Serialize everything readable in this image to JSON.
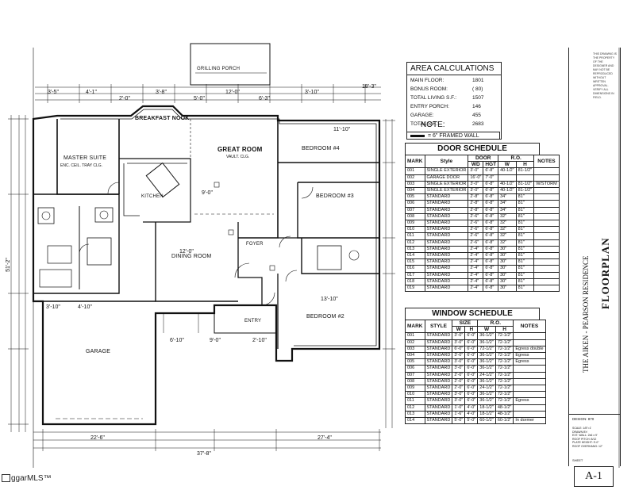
{
  "rooms": {
    "porch": "GRILLING PORCH",
    "nook": "BREAKFAST NOOK",
    "master": "MASTER SUITE",
    "master_sub": "ENC. CEIL. TRAY CLG.",
    "great": "GREAT ROOM",
    "great_sub": "VAULT. CLG.",
    "bed4": "BEDROOM #4",
    "bed3": "BEDROOM #3",
    "kitchen": "KITCHEN",
    "dining": "DINING ROOM",
    "foyer": "FOYER",
    "entry": "ENTRY",
    "bed2": "BEDROOM #2",
    "garage": "GARAGE"
  },
  "dims": [
    "3'-5\"",
    "4'-1\"",
    "2'-0\"",
    "3'-8\"",
    "5'-0\"",
    "12'-0\"",
    "6'-3\"",
    "3'-10\"",
    "11'-10\"",
    "9'-0\"",
    "3'-10\"",
    "4'-10\"",
    "12'-0\"",
    "9'-0\"",
    "6'-10\"",
    "2'-10\"",
    "13'-10\"",
    "22'-6\"",
    "37'-8\"",
    "27'-4\"",
    "18'-3\"",
    "51'-2\""
  ],
  "area": {
    "title": "AREA CALCULATIONS",
    "rows": [
      {
        "label": "MAIN FLOOR:",
        "value": "1801"
      },
      {
        "label": "BONUS ROOM:",
        "value": "( 80)"
      },
      {
        "label": "TOTAL LIVING S.F.:",
        "value": "1507"
      },
      {
        "label": "ENTRY PORCH:",
        "value": "146"
      },
      {
        "label": "GARAGE:",
        "value": "455"
      },
      {
        "label": "TOTAL S.F.:",
        "value": "2683"
      }
    ]
  },
  "note": {
    "title": "NOTE:",
    "text": "= 6\" FRAMED WALL"
  },
  "door_schedule": {
    "title": "DOOR SCHEDULE",
    "headers": {
      "mark": "MARK",
      "style": "Style",
      "door": "DOOR",
      "ro": "R.O.",
      "notes": "NOTES",
      "wd": "WD",
      "hgt": "HGT",
      "w": "W",
      "h": "H"
    },
    "rows": [
      [
        "001",
        "SINGLE EXTERIOR",
        "3'-0\"",
        "6'-8\"",
        "40-1/2\"",
        "81-1/2\"",
        ""
      ],
      [
        "002",
        "GARAGE DOOR",
        "16'-0\"",
        "7'-0\"",
        "",
        "",
        ""
      ],
      [
        "003",
        "SINGLE EXTERIOR",
        "3'-0\"",
        "6'-8\"",
        "40-1/2\"",
        "81-1/2\"",
        "W/STORM"
      ],
      [
        "004",
        "SINGLE EXTERIOR",
        "3'-0\"",
        "6'-8\"",
        "40-1/2\"",
        "81-1/2\"",
        ""
      ],
      [
        "005",
        "STANDARD",
        "2'-8\"",
        "6'-8\"",
        "34\"",
        "81\"",
        ""
      ],
      [
        "006",
        "STANDARD",
        "2'-8\"",
        "6'-8\"",
        "34\"",
        "81\"",
        ""
      ],
      [
        "007",
        "STANDARD",
        "2'-8\"",
        "6'-8\"",
        "34\"",
        "81\"",
        ""
      ],
      [
        "008",
        "STANDARD",
        "2'-6\"",
        "6'-8\"",
        "32\"",
        "81\"",
        ""
      ],
      [
        "009",
        "STANDARD",
        "2'-6\"",
        "6'-8\"",
        "32\"",
        "81\"",
        ""
      ],
      [
        "010",
        "STANDARD",
        "2'-6\"",
        "6'-8\"",
        "32\"",
        "81\"",
        ""
      ],
      [
        "011",
        "STANDARD",
        "2'-6\"",
        "6'-8\"",
        "32\"",
        "81\"",
        ""
      ],
      [
        "012",
        "STANDARD",
        "2'-6\"",
        "6'-8\"",
        "32\"",
        "81\"",
        ""
      ],
      [
        "013",
        "STANDARD",
        "2'-4\"",
        "6'-8\"",
        "30\"",
        "81\"",
        ""
      ],
      [
        "014",
        "STANDARD",
        "2'-4\"",
        "6'-8\"",
        "30\"",
        "81\"",
        ""
      ],
      [
        "015",
        "STANDARD",
        "2'-4\"",
        "6'-8\"",
        "30\"",
        "81\"",
        ""
      ],
      [
        "016",
        "STANDARD",
        "2'-4\"",
        "6'-8\"",
        "30\"",
        "81\"",
        ""
      ],
      [
        "017",
        "STANDARD",
        "2'-4\"",
        "6'-8\"",
        "30\"",
        "81\"",
        ""
      ],
      [
        "018",
        "STANDARD",
        "2'-4\"",
        "6'-8\"",
        "30\"",
        "81\"",
        ""
      ],
      [
        "019",
        "STANDARD",
        "2'-4\"",
        "6'-8\"",
        "30\"",
        "81\"",
        ""
      ]
    ]
  },
  "window_schedule": {
    "title": "WINDOW SCHEDULE",
    "headers": {
      "mark": "MARK",
      "style": "STYLE",
      "size": "SIZE",
      "ro": "R.O.",
      "notes": "NOTES",
      "w": "W",
      "h": "H"
    },
    "rows": [
      [
        "001",
        "STANDARD",
        "3'-0\"",
        "6'-0\"",
        "36-1/2\"",
        "72-1/2\"",
        ""
      ],
      [
        "002",
        "STANDARD",
        "3'-0\"",
        "6'-0\"",
        "36-1/2\"",
        "72-1/2\"",
        ""
      ],
      [
        "003",
        "STANDARD",
        "6'-0\"",
        "6'-0\"",
        "72-1/2\"",
        "72-1/2\"",
        "Egress double"
      ],
      [
        "004",
        "STANDARD",
        "3'-0\"",
        "6'-0\"",
        "36-1/2\"",
        "72-1/2\"",
        "Egress"
      ],
      [
        "005",
        "STANDARD",
        "3'-0\"",
        "6'-0\"",
        "36-1/2\"",
        "72-1/2\"",
        "Egress"
      ],
      [
        "006",
        "STANDARD",
        "3'-0\"",
        "6'-0\"",
        "36-1/2\"",
        "72-1/2\"",
        ""
      ],
      [
        "007",
        "STANDARD",
        "2'-0\"",
        "6'-0\"",
        "24-1/2\"",
        "72-1/2\"",
        ""
      ],
      [
        "008",
        "STANDARD",
        "2'-0\"",
        "6'-0\"",
        "36-1/2\"",
        "72-1/2\"",
        ""
      ],
      [
        "009",
        "STANDARD",
        "2'-0\"",
        "6'-0\"",
        "24-1/2\"",
        "72-1/2\"",
        ""
      ],
      [
        "010",
        "STANDARD",
        "3'-0\"",
        "6'-0\"",
        "36-1/2\"",
        "72-1/2\"",
        ""
      ],
      [
        "011",
        "STANDARD",
        "3'-0\"",
        "6'-0\"",
        "36-1/2\"",
        "72-1/2\"",
        "Egress"
      ],
      [
        "012",
        "STANDARD",
        "1'-0\"",
        "4'-0\"",
        "18-1/2\"",
        "48-1/2\"",
        ""
      ],
      [
        "013",
        "STANDARD",
        "1'-6\"",
        "4'-0\"",
        "18-1/2\"",
        "48-1/2\"",
        ""
      ],
      [
        "014",
        "STANDARD",
        "5'-0\"",
        "5'-0\"",
        "60-1/2\"",
        "60-1/2\"",
        "In dormer"
      ]
    ]
  },
  "title_block": {
    "project": "THE AIKEN - PEARSON RESIDENCE",
    "sheet_title": "FLOORPLAN",
    "design": "DESIGN: 870",
    "notes": [
      "SCALE: 1/8\"=1'",
      "DRAWN BY:",
      "EXT. WALL: 2x6 x 9'",
      "ROOF PITCH: 8/12",
      "PLATE HEIGHT: 9'-0\"",
      "ROOF OVERHANG: 12\""
    ],
    "sheet_label": "SHEET",
    "sheet_no": "A-1",
    "disclaimer": "THIS DRAWING IS THE PROPERTY OF THE DESIGNER AND MAY NOT BE REPRODUCED WITHOUT WRITTEN APPROVAL. VERIFY ALL DIMENSIONS IN FIELD."
  },
  "watermark": "ggarMLS™"
}
